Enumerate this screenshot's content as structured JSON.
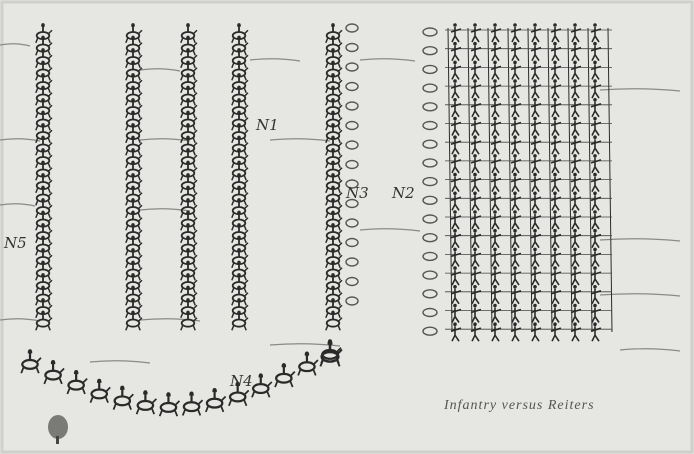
{
  "caption": "Infantry versus Reiters",
  "labels": {
    "n1": "N1",
    "n2": "N2",
    "n3": "N3",
    "n4": "N4",
    "n5": "N5"
  },
  "colors": {
    "ink": "#2a2a2a",
    "paper": "#e6e6e3"
  }
}
